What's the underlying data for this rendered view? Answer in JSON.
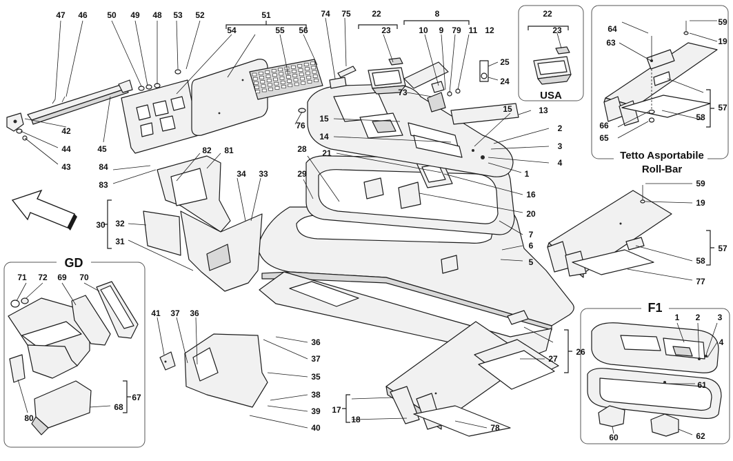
{
  "inset_titles": {
    "usa": "USA",
    "gd": "GD",
    "f1": "F1",
    "roof_line1": "Tetto Asportabile",
    "roof_line2": "Roll-Bar"
  },
  "callouts": {
    "c1": "1",
    "c2": "2",
    "c3": "3",
    "c4": "4",
    "c5": "5",
    "c6": "6",
    "c7": "7",
    "c8": "8",
    "c9": "9",
    "c10": "10",
    "c11": "11",
    "c12": "12",
    "c13": "13",
    "c14": "14",
    "c15a": "15",
    "c15b": "15",
    "c16": "16",
    "c17": "17",
    "c18": "18",
    "c19a": "19",
    "c19b": "19",
    "c20": "20",
    "c21": "21",
    "c22a": "22",
    "c22b": "22",
    "c23a": "23",
    "c23b": "23",
    "c24": "24",
    "c25": "25",
    "c26": "26",
    "c27": "27",
    "c28": "28",
    "c29": "29",
    "c30": "30",
    "c31": "31",
    "c32": "32",
    "c33": "33",
    "c34": "34",
    "c35": "35",
    "c36a": "36",
    "c36b": "36",
    "c37a": "37",
    "c37b": "37",
    "c38": "38",
    "c39": "39",
    "c40": "40",
    "c41": "41",
    "c42": "42",
    "c43": "43",
    "c44": "44",
    "c45": "45",
    "c46": "46",
    "c47": "47",
    "c48": "48",
    "c49": "49",
    "c50": "50",
    "c51": "51",
    "c52": "52",
    "c53": "53",
    "c54": "54",
    "c55": "55",
    "c56": "56",
    "c57a": "57",
    "c57b": "57",
    "c58a": "58",
    "c58b": "58",
    "c59a": "59",
    "c59b": "59",
    "c60": "60",
    "c61": "61",
    "c62": "62",
    "c63": "63",
    "c64": "64",
    "c65": "65",
    "c66": "66",
    "c67": "67",
    "c68": "68",
    "c69": "69",
    "c70": "70",
    "c71": "71",
    "c72": "72",
    "c73": "73",
    "c74": "74",
    "c75": "75",
    "c76": "76",
    "c77": "77",
    "c78": "78",
    "c79": "79",
    "c80": "80",
    "c81": "81",
    "c82": "82",
    "c83": "83",
    "c84": "84",
    "f1_1": "1",
    "f1_2": "2",
    "f1_3": "3",
    "f1_4": "4"
  }
}
